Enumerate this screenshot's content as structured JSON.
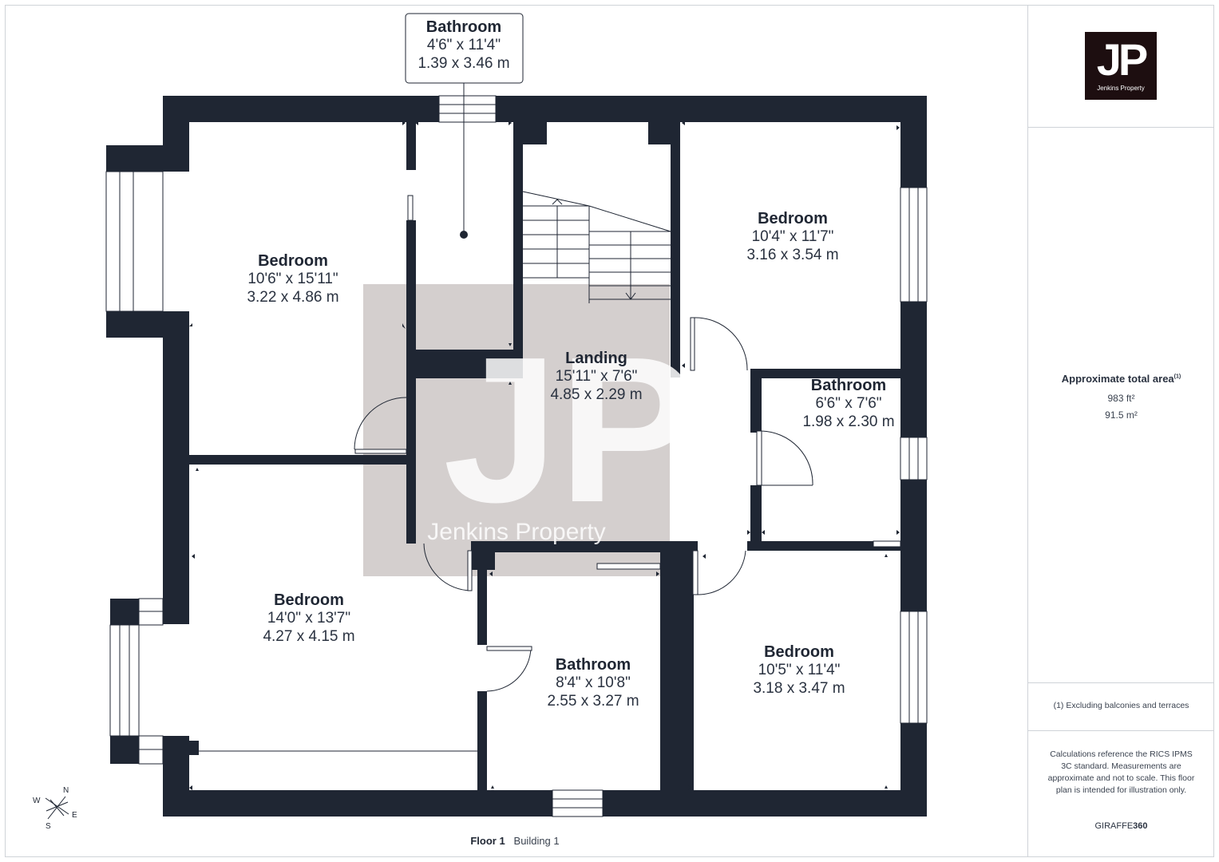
{
  "rooms": {
    "bathroom_top": {
      "name": "Bathroom",
      "dim_imperial": "4'6\" x 11'4\"",
      "dim_metric": "1.39 x 3.46 m"
    },
    "bedroom_nw": {
      "name": "Bedroom",
      "dim_imperial": "10'6\" x 15'11\"",
      "dim_metric": "3.22 x 4.86 m"
    },
    "bedroom_ne": {
      "name": "Bedroom",
      "dim_imperial": "10'4\" x 11'7\"",
      "dim_metric": "3.16 x 3.54 m"
    },
    "landing": {
      "name": "Landing",
      "dim_imperial": "15'11\" x 7'6\"",
      "dim_metric": "4.85 x 2.29 m"
    },
    "bathroom_east": {
      "name": "Bathroom",
      "dim_imperial": "6'6\" x 7'6\"",
      "dim_metric": "1.98 x 2.30 m"
    },
    "bedroom_sw": {
      "name": "Bedroom",
      "dim_imperial": "14'0\" x 13'7\"",
      "dim_metric": "4.27 x 4.15 m"
    },
    "bathroom_south": {
      "name": "Bathroom",
      "dim_imperial": "8'4\" x 10'8\"",
      "dim_metric": "2.55 x 3.27 m"
    },
    "bedroom_se": {
      "name": "Bedroom",
      "dim_imperial": "10'5\" x 11'4\"",
      "dim_metric": "3.18 x 3.47 m"
    }
  },
  "watermark": {
    "letters": "JP",
    "text": "Jenkins Property"
  },
  "logo": {
    "letters": "JP",
    "text": "Jenkins Property"
  },
  "area": {
    "title": "Approximate total area",
    "footnote_mark": "(1)",
    "imperial": "983 ft²",
    "metric": "91.5 m²"
  },
  "footnote": "(1) Excluding balconies and terraces",
  "disclaimer": "Calculations reference the RICS IPMS 3C standard. Measurements are approximate and not to scale. This floor plan is intended for illustration only.",
  "brand": {
    "prefix": "GIRAFFE",
    "suffix": "360"
  },
  "floor": {
    "label": "Floor 1",
    "building": "Building 1"
  },
  "compass": {
    "n": "N",
    "e": "E",
    "s": "S",
    "w": "W"
  },
  "colors": {
    "wall": "#1f2633",
    "watermark": "#cdc7c6",
    "logo_bg": "#1d0e10"
  }
}
